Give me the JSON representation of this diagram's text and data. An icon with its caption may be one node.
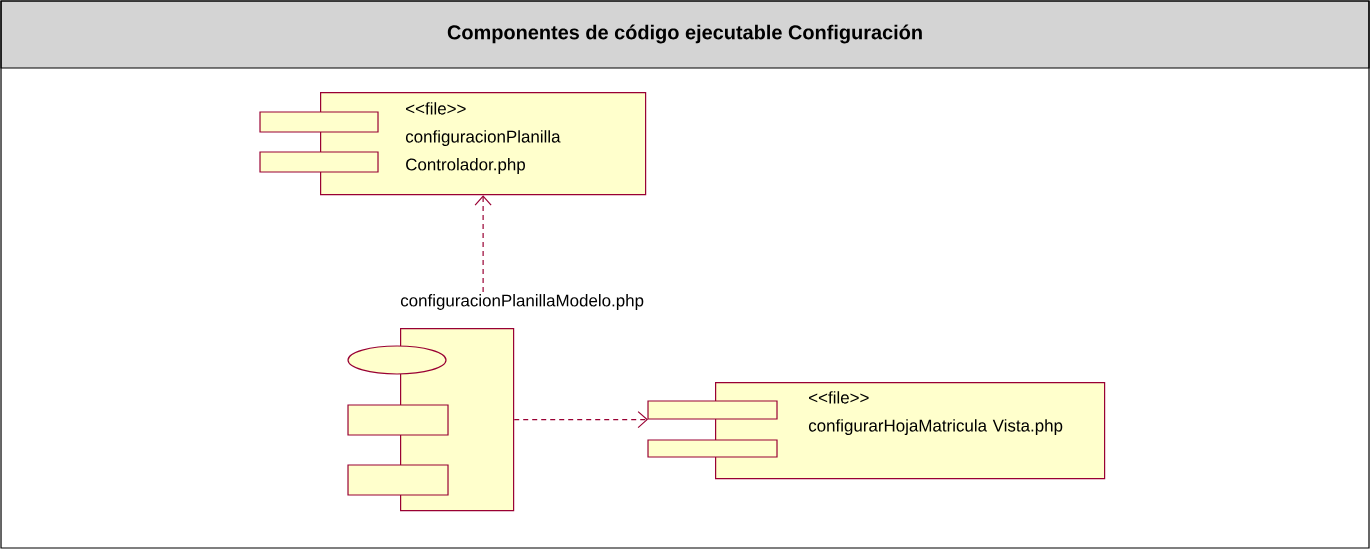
{
  "diagram": {
    "title": "Componentes de código ejecutable Configuración",
    "nodes": [
      {
        "text": [
          "<<file>>",
          "configuracionPlanilla Controlador.php"
        ]
      },
      {
        "text": [
          "configuracionPlanillaModelo.php"
        ]
      },
      {
        "text": [
          "<<file>>",
          "configurarHojaMatricula Vista.php"
        ]
      }
    ],
    "edges": [
      {
        "from": 1,
        "to": 0,
        "arrow": "to",
        "style": "dashed"
      },
      {
        "from": 1,
        "to": 2,
        "arrow": "to",
        "style": "dashed"
      }
    ]
  }
}
